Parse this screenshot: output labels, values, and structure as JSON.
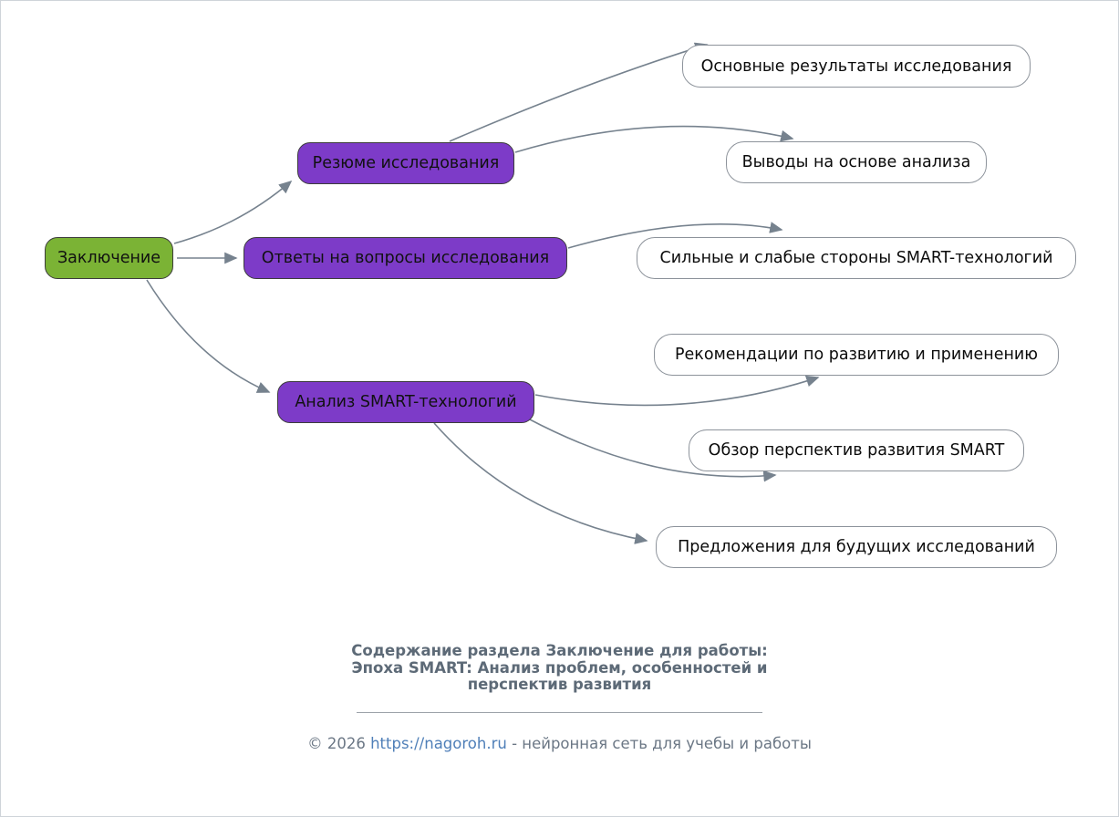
{
  "diagram": {
    "root": {
      "label": "Заключение"
    },
    "level2": [
      {
        "label": "Резюме исследования"
      },
      {
        "label": "Ответы на вопросы исследования"
      },
      {
        "label": "Анализ SMART-технологий"
      }
    ],
    "level3": [
      {
        "label": "Основные результаты исследования"
      },
      {
        "label": "Выводы на основе анализа"
      },
      {
        "label": "Сильные и слабые стороны SMART-технологий"
      },
      {
        "label": "Рекомендации по развитию и применению"
      },
      {
        "label": "Обзор перспектив развития SMART"
      },
      {
        "label": "Предложения для будущих исследований"
      }
    ],
    "colors": {
      "root_fill": "#7bb335",
      "branch_fill": "#7d3bc8",
      "leaf_fill": "#ffffff",
      "node_border_dark": "#3c3c3c",
      "leaf_border": "#8d939b",
      "arrow": "#76828e"
    }
  },
  "footer": {
    "title_line1": "Содержание раздела Заключение для работы:",
    "title_line2": "Эпоха SMART: Анализ проблем, особенностей и",
    "title_line3": "перспектив развития",
    "copyright_prefix": "© 2026 ",
    "link": "https://nagoroh.ru",
    "copyright_suffix": " - нейронная сеть для учебы и работы"
  }
}
